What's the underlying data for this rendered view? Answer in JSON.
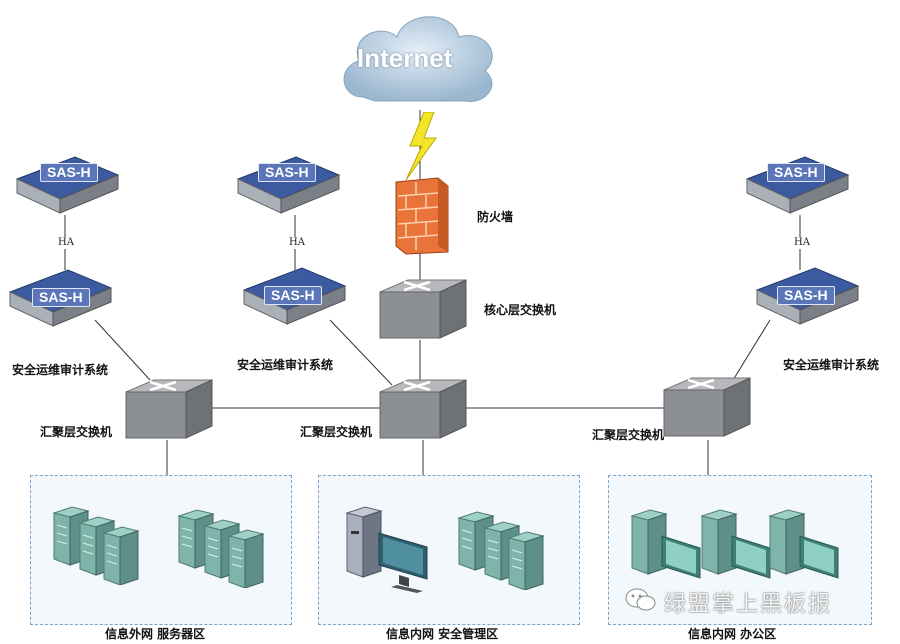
{
  "diagram": {
    "internet_label": "Internet",
    "firewall_label": "防火墙",
    "core_switch_label": "核心层交换机",
    "audit_system_label": "安全运维审计系统",
    "device_label": "SAS-H",
    "ha_label": "HA",
    "aggregation_switch_label": "汇聚层交换机",
    "zones": [
      {
        "label": "信息外网  服务器区"
      },
      {
        "label": "信息内网  安全管理区"
      },
      {
        "label": "信息内网  办公区"
      }
    ],
    "watermark": "绿盟掌上黑板报"
  },
  "colors": {
    "cloud": "#bcd3e6",
    "firewall": "#e8743a",
    "lightning": "#f2e52a",
    "device": "#3c5aa0",
    "switch": "#8c8f94",
    "server": "#5f8f8a",
    "zone_border": "#7aa3c8"
  }
}
